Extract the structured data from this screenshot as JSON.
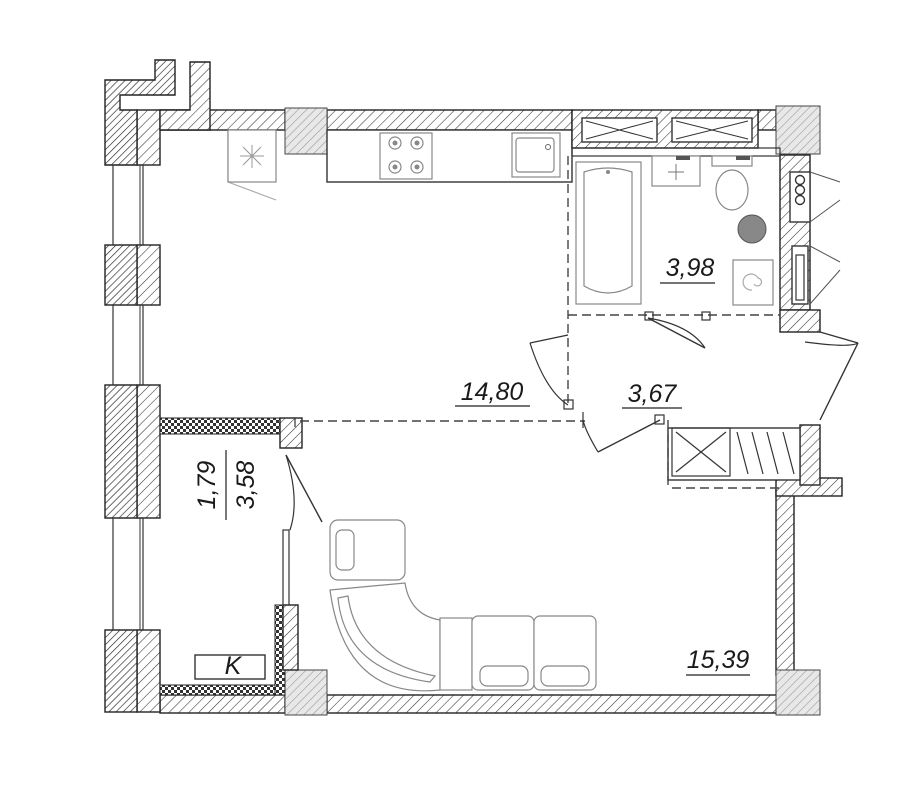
{
  "rooms": {
    "kitchen_living_area": "14,80",
    "bathroom_area": "3,98",
    "hall_area": "3,67",
    "room_area": "15,39",
    "balcony_area_top": "1,79",
    "balcony_area_bottom": "3,58",
    "storage_label": "K"
  }
}
